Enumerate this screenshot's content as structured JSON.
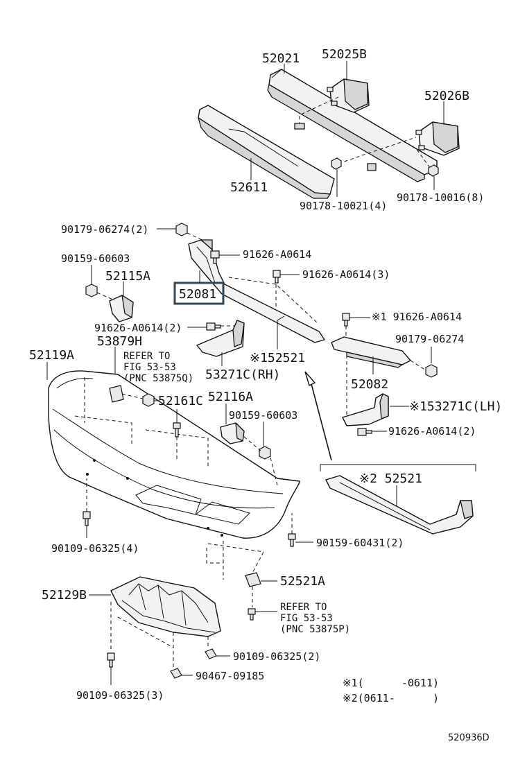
{
  "labels": {
    "p52021": "52021",
    "p52025B": "52025B",
    "p52026B": "52026B",
    "p52611": "52611",
    "p90178_10021": "90178-10021(4)",
    "p90178_10016": "90178-10016(8)",
    "p90179_06274_2": "90179-06274(2)",
    "p91626_A0614_a": "91626-A0614",
    "p90159_60603_a": "90159-60603",
    "p52115A": "52115A",
    "p52081": "52081",
    "p91626_A0614_3": "91626-A0614(3)",
    "p91626_A0614_2a": "91626-A0614(2)",
    "p53879H": "53879H",
    "p52119A": "52119A",
    "ref1_line1": "REFER TO",
    "ref1_line2": "FIG 53-53",
    "ref1_line3": "(PNC 53875Q)",
    "p52521_rh": "※152521",
    "p53271C_RH": "53271C(RH)",
    "p91626_A0614_b": "※1 91626-A0614",
    "p90179_06274_b": "90179-06274",
    "p52082": "52082",
    "p53271C_LH": "※153271C(LH)",
    "p91626_A0614_2b": "91626-A0614(2)",
    "p52161C": "52161C",
    "p52116A": "52116A",
    "p90159_60603_b": "90159-60603",
    "p52521_2": "※2 52521",
    "p90109_06325_4": "90109-06325(4)",
    "p90159_60431_2": "90159-60431(2)",
    "p52521A": "52521A",
    "p52129B": "52129B",
    "ref2_line1": "REFER TO",
    "ref2_line2": "FIG 53-53",
    "ref2_line3": "(PNC 53875P)",
    "p90109_06325_2": "90109-06325(2)",
    "p90467_09185": "90467-09185",
    "p90109_06325_3": "90109-06325(3)",
    "note1": "※1(      -0611)",
    "note2": "※2(0611-      )",
    "diagram_code": "520936D"
  },
  "highlight_color": "#2e4a5a"
}
